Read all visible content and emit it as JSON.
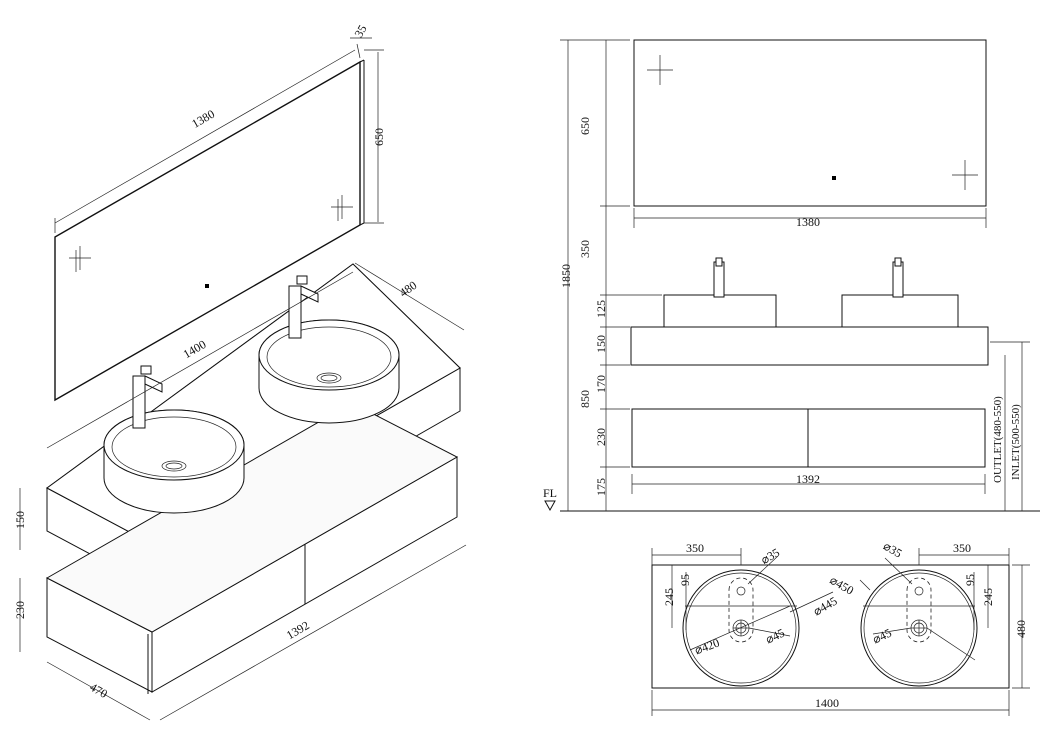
{
  "iso_view": {
    "mirror_width": "1380",
    "mirror_depth": "35",
    "mirror_height": "650",
    "counter_width": "1400",
    "counter_depth": "480",
    "counter_height": "150",
    "cabinet_height": "230",
    "cabinet_width": "1392",
    "cabinet_depth": "470"
  },
  "front_view": {
    "mirror_height": "650",
    "mirror_width": "1380",
    "gap_mirror_basin": "350",
    "total_height": "1850",
    "basin_height": "125",
    "counter_height": "150",
    "gap_counter_cabinet": "170",
    "counter_top_height": "850",
    "cabinet_height": "230",
    "floor_clearance": "175",
    "cabinet_width": "1392",
    "floor_label": "FL",
    "outlet_label": "OUTLET(480-550)",
    "inlet_label": "INLET(500-550)"
  },
  "top_view": {
    "left_offset": "350",
    "right_offset": "350",
    "faucet_hole_left": "⌀35",
    "faucet_hole_right": "⌀35",
    "dim_95_left": "95",
    "dim_245_left": "245",
    "dim_95_right": "95",
    "dim_245_right": "245",
    "outer_dia_450": "⌀450",
    "inner_dia_445": "⌀445",
    "dia_420": "⌀420",
    "drain_left": "⌀45",
    "drain_right": "⌀45",
    "depth": "480",
    "width": "1400"
  }
}
